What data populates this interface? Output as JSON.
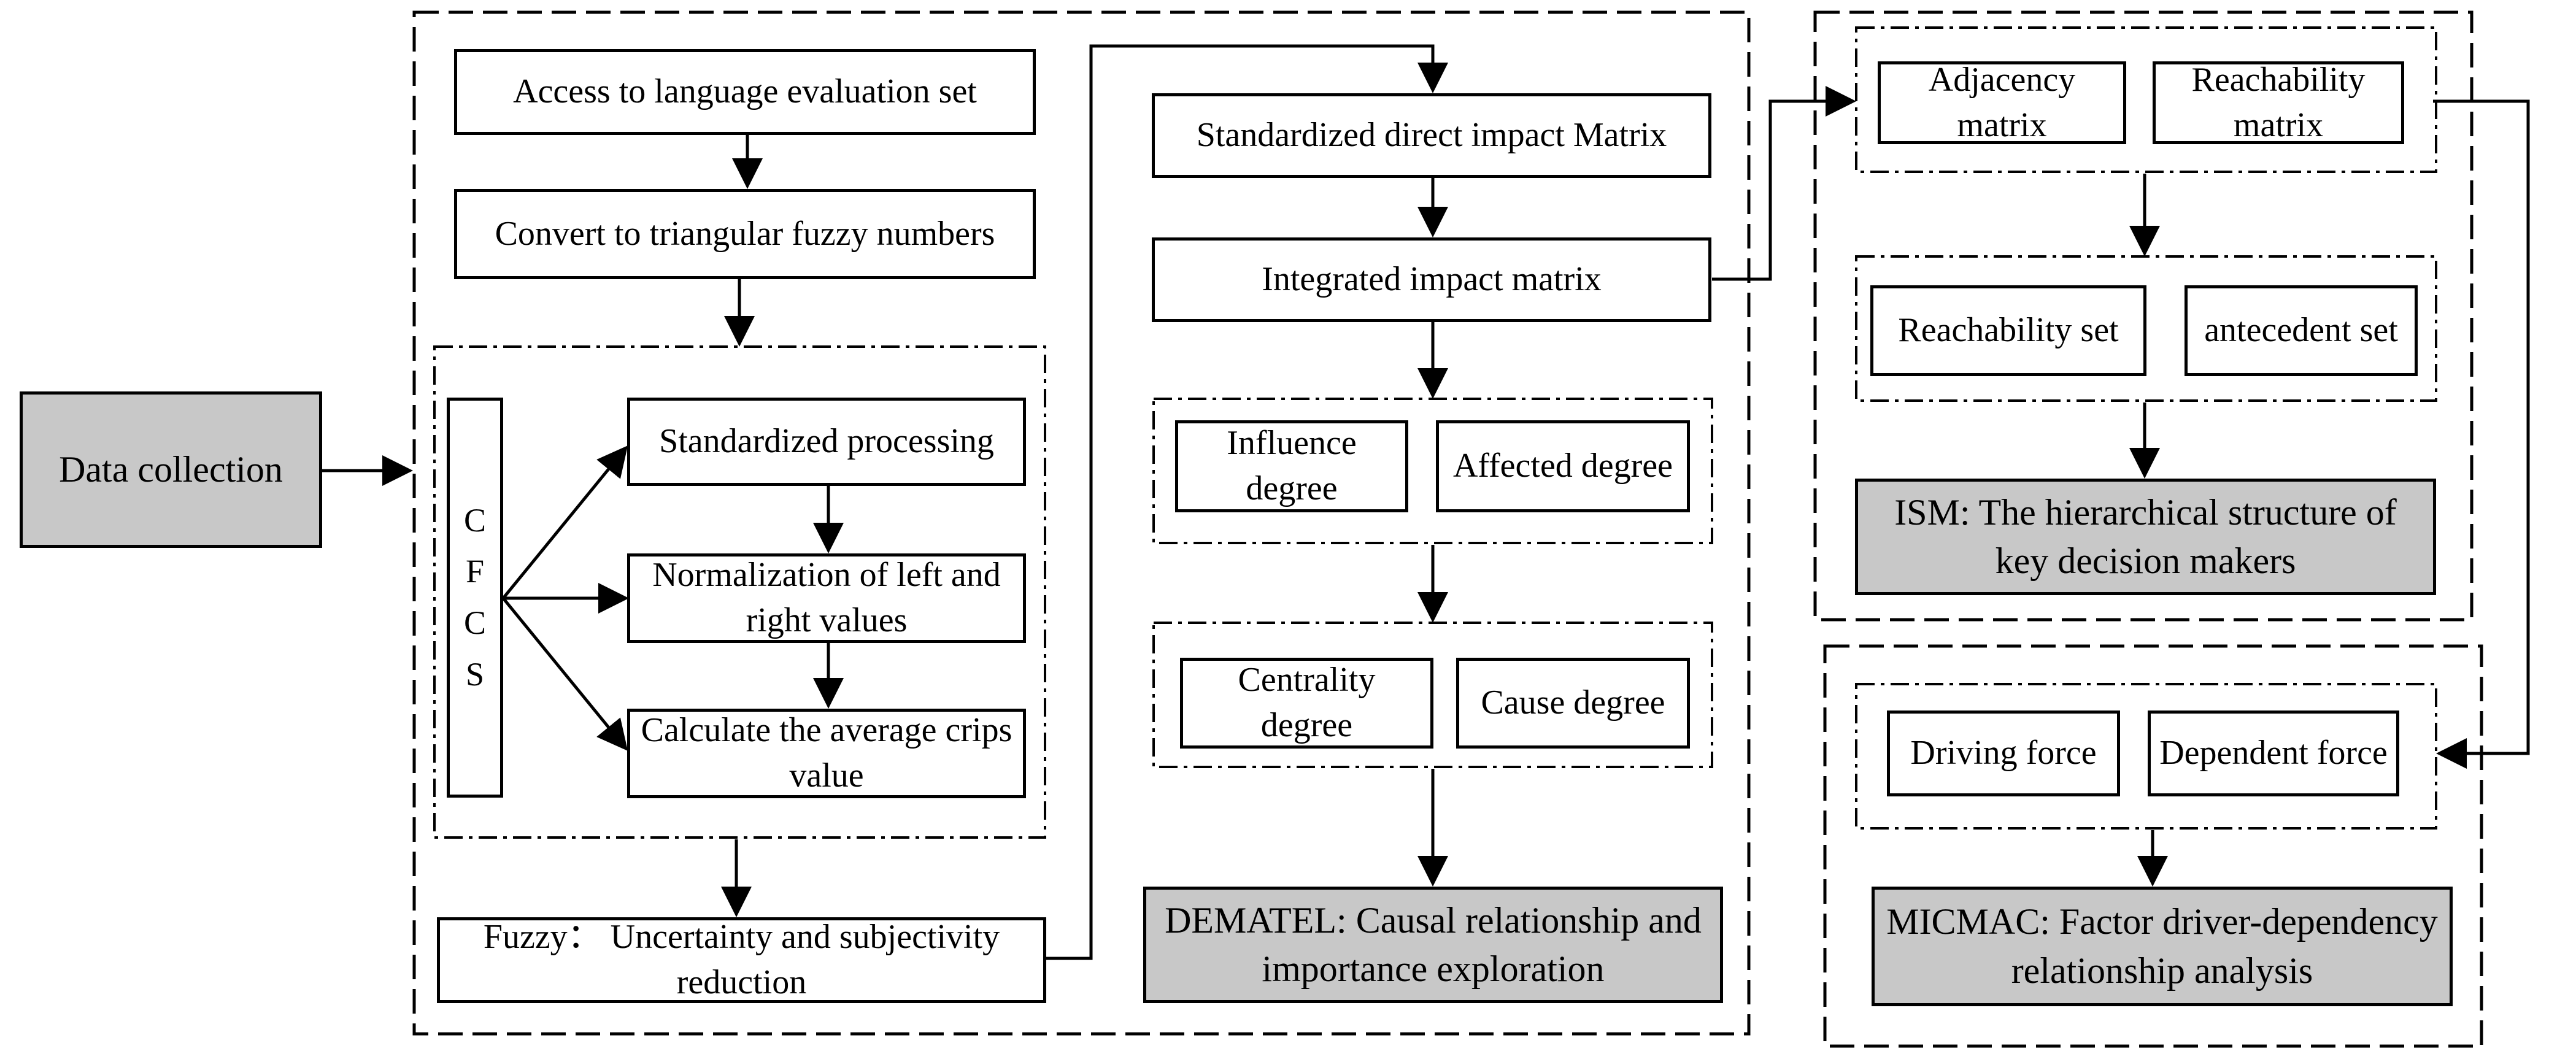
{
  "nodes": {
    "data_collection": "Data collection",
    "access_language": "Access to language evaluation set",
    "convert_tfn": "Convert to triangular fuzzy numbers",
    "cfcs": "C\nF\nC\nS",
    "standardized_processing": "Standardized processing",
    "normalization": "Normalization of left and right values",
    "average_crips": "Calculate the average crips value",
    "fuzzy_reduction": "Fuzzy： Uncertainty and subjectivity reduction",
    "std_direct_matrix": "Standardized direct impact Matrix",
    "integrated_matrix": "Integrated impact matrix",
    "influence_degree": "Influence degree",
    "affected_degree": "Affected degree",
    "centrality_degree": "Centrality degree",
    "cause_degree": "Cause degree",
    "dematel": "DEMATEL: Causal relationship and importance exploration",
    "adjacency_matrix": "Adjacency matrix",
    "reachability_matrix": "Reachability matrix",
    "reachability_set": "Reachability set",
    "antecedent_set": "antecedent set",
    "ism": "ISM: The hierarchical structure of key decision makers",
    "driving_force": "Driving force",
    "dependent_force": "Dependent force",
    "micmac": "MICMAC: Factor driver-dependency relationship analysis"
  }
}
